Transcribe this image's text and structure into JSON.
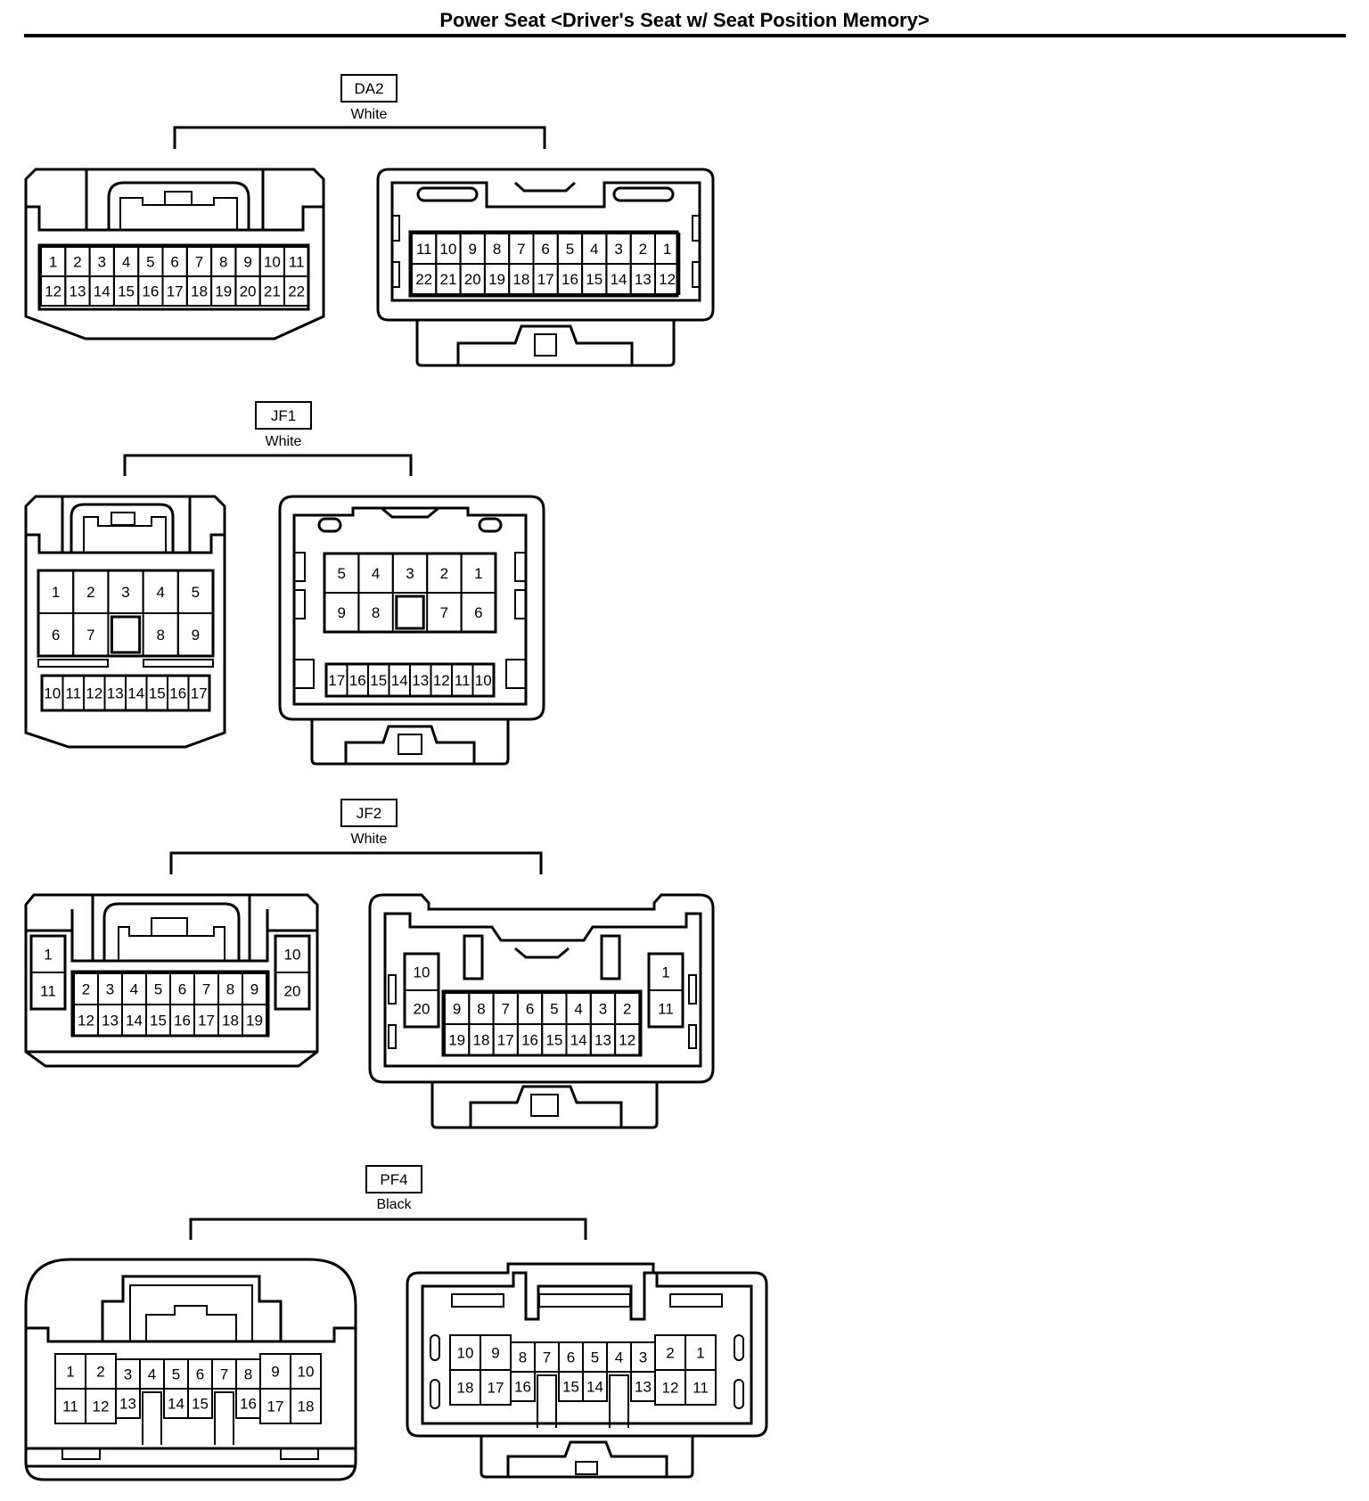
{
  "page_title": "Power Seat <Driver's Seat w/ Seat Position Memory>",
  "connectors": [
    {
      "id": "DA2",
      "color": "White",
      "left": {
        "row1": [
          "1",
          "2",
          "3",
          "4",
          "5",
          "6",
          "7",
          "8",
          "9",
          "10",
          "11"
        ],
        "row2": [
          "12",
          "13",
          "14",
          "15",
          "16",
          "17",
          "18",
          "19",
          "20",
          "21",
          "22"
        ]
      },
      "right": {
        "row1": [
          "11",
          "10",
          "9",
          "8",
          "7",
          "6",
          "5",
          "4",
          "3",
          "2",
          "1"
        ],
        "row2": [
          "22",
          "21",
          "20",
          "19",
          "18",
          "17",
          "16",
          "15",
          "14",
          "13",
          "12"
        ]
      }
    },
    {
      "id": "JF1",
      "color": "White",
      "left": {
        "row1": [
          "1",
          "2",
          "3",
          "4",
          "5"
        ],
        "row2": [
          "6",
          "7",
          "",
          "8",
          "9"
        ],
        "row3": [
          "10",
          "11",
          "12",
          "13",
          "14",
          "15",
          "16",
          "17"
        ]
      },
      "right": {
        "row1": [
          "5",
          "4",
          "3",
          "2",
          "1"
        ],
        "row2": [
          "9",
          "8",
          "",
          "7",
          "6"
        ],
        "row3": [
          "17",
          "16",
          "15",
          "14",
          "13",
          "12",
          "11",
          "10"
        ]
      }
    },
    {
      "id": "JF2",
      "color": "White",
      "left": {
        "side_left": [
          "1",
          "11"
        ],
        "side_right": [
          "10",
          "20"
        ],
        "row1": [
          "2",
          "3",
          "4",
          "5",
          "6",
          "7",
          "8",
          "9"
        ],
        "row2": [
          "12",
          "13",
          "14",
          "15",
          "16",
          "17",
          "18",
          "19"
        ]
      },
      "right": {
        "side_left": [
          "10",
          "20"
        ],
        "side_right": [
          "1",
          "11"
        ],
        "row1": [
          "9",
          "8",
          "7",
          "6",
          "5",
          "4",
          "3",
          "2"
        ],
        "row2": [
          "19",
          "18",
          "17",
          "16",
          "15",
          "14",
          "13",
          "12"
        ]
      }
    },
    {
      "id": "PF4",
      "color": "Black",
      "left": {
        "row1": [
          "1",
          "2",
          "3",
          "4",
          "5",
          "6",
          "7",
          "8",
          "9",
          "10"
        ],
        "row2": [
          "11",
          "12",
          "13",
          "",
          "14",
          "15",
          "",
          "16",
          "17",
          "18"
        ]
      },
      "right": {
        "row1": [
          "10",
          "9",
          "8",
          "7",
          "6",
          "5",
          "4",
          "3",
          "2",
          "1"
        ],
        "row2": [
          "18",
          "17",
          "16",
          "",
          "15",
          "14",
          "",
          "13",
          "12",
          "11"
        ]
      }
    }
  ]
}
